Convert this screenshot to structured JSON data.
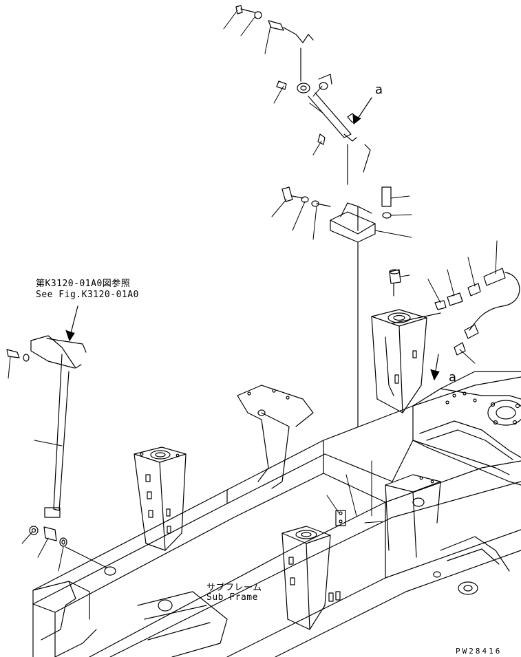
{
  "figure": {
    "reference_jp": "第K3120-01A0図参照",
    "reference_en": "See Fig.K3120-01A0",
    "subframe_jp": "サブフレーム",
    "subframe_en": "Sub Frame",
    "callout_a_top": "a",
    "callout_a_bottom": "a",
    "drawing_code": "PW28416"
  },
  "colors": {
    "line": "#000000",
    "background": "#ffffff"
  }
}
